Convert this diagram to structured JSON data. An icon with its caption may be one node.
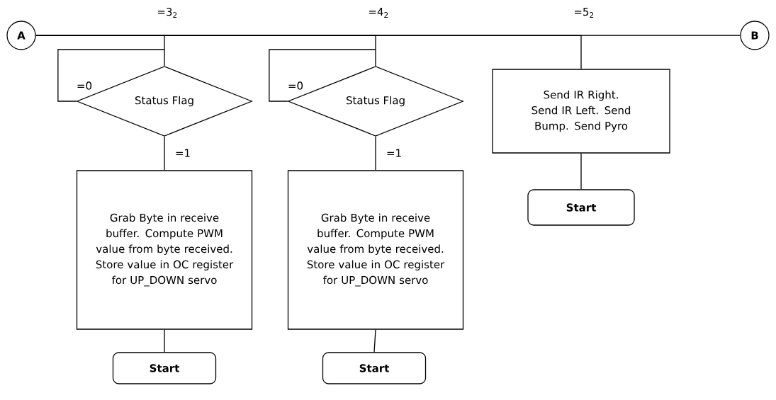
{
  "diagram": {
    "nodes": [
      {
        "text": [
          "A"
        ]
      },
      {
        "text": [
          "B"
        ]
      },
      {
        "text": [
          "Status Flag"
        ]
      },
      {
        "text": [
          "Grab Byte in receive buffer. Compute PWM value from byte received. Store value in OC register for UP_DOWN servo"
        ]
      },
      {
        "text": [
          "Start"
        ]
      },
      {
        "text": [
          "Status Flag"
        ]
      },
      {
        "text": [
          "Grab Byte in receive buffer. Compute PWM value from byte received. Store value in OC register for UP_DOWN servo"
        ]
      },
      {
        "text": [
          "Start"
        ]
      },
      {
        "text": [
          "Send IR Right. Send IR Left. Send Bump. Send Pyro"
        ]
      },
      {
        "text": [
          "Start"
        ]
      }
    ],
    "edges": [
      {
        "from": 0,
        "to": 1,
        "arrow": "none"
      },
      {
        "from": 0,
        "to": 2,
        "arrow": "none",
        "label": "=3$_{2}$"
      },
      {
        "from": 0,
        "to": 5,
        "arrow": "none",
        "label": "=4$_{2}$"
      },
      {
        "from": 0,
        "to": 8,
        "arrow": "none",
        "label": "=5$_{2}$"
      },
      {
        "from": 2,
        "to": 2,
        "arrow": "none",
        "label": "=0"
      },
      {
        "from": 2,
        "to": 3,
        "arrow": "none",
        "label": "=1"
      },
      {
        "from": 3,
        "to": 4,
        "arrow": "none"
      },
      {
        "from": 5,
        "to": 5,
        "arrow": "none",
        "label": "=0"
      },
      {
        "from": 5,
        "to": 6,
        "arrow": "none",
        "label": "=1"
      },
      {
        "from": 6,
        "to": 7,
        "arrow": "none"
      },
      {
        "from": 8,
        "to": 9,
        "arrow": "none"
      }
    ]
  }
}
